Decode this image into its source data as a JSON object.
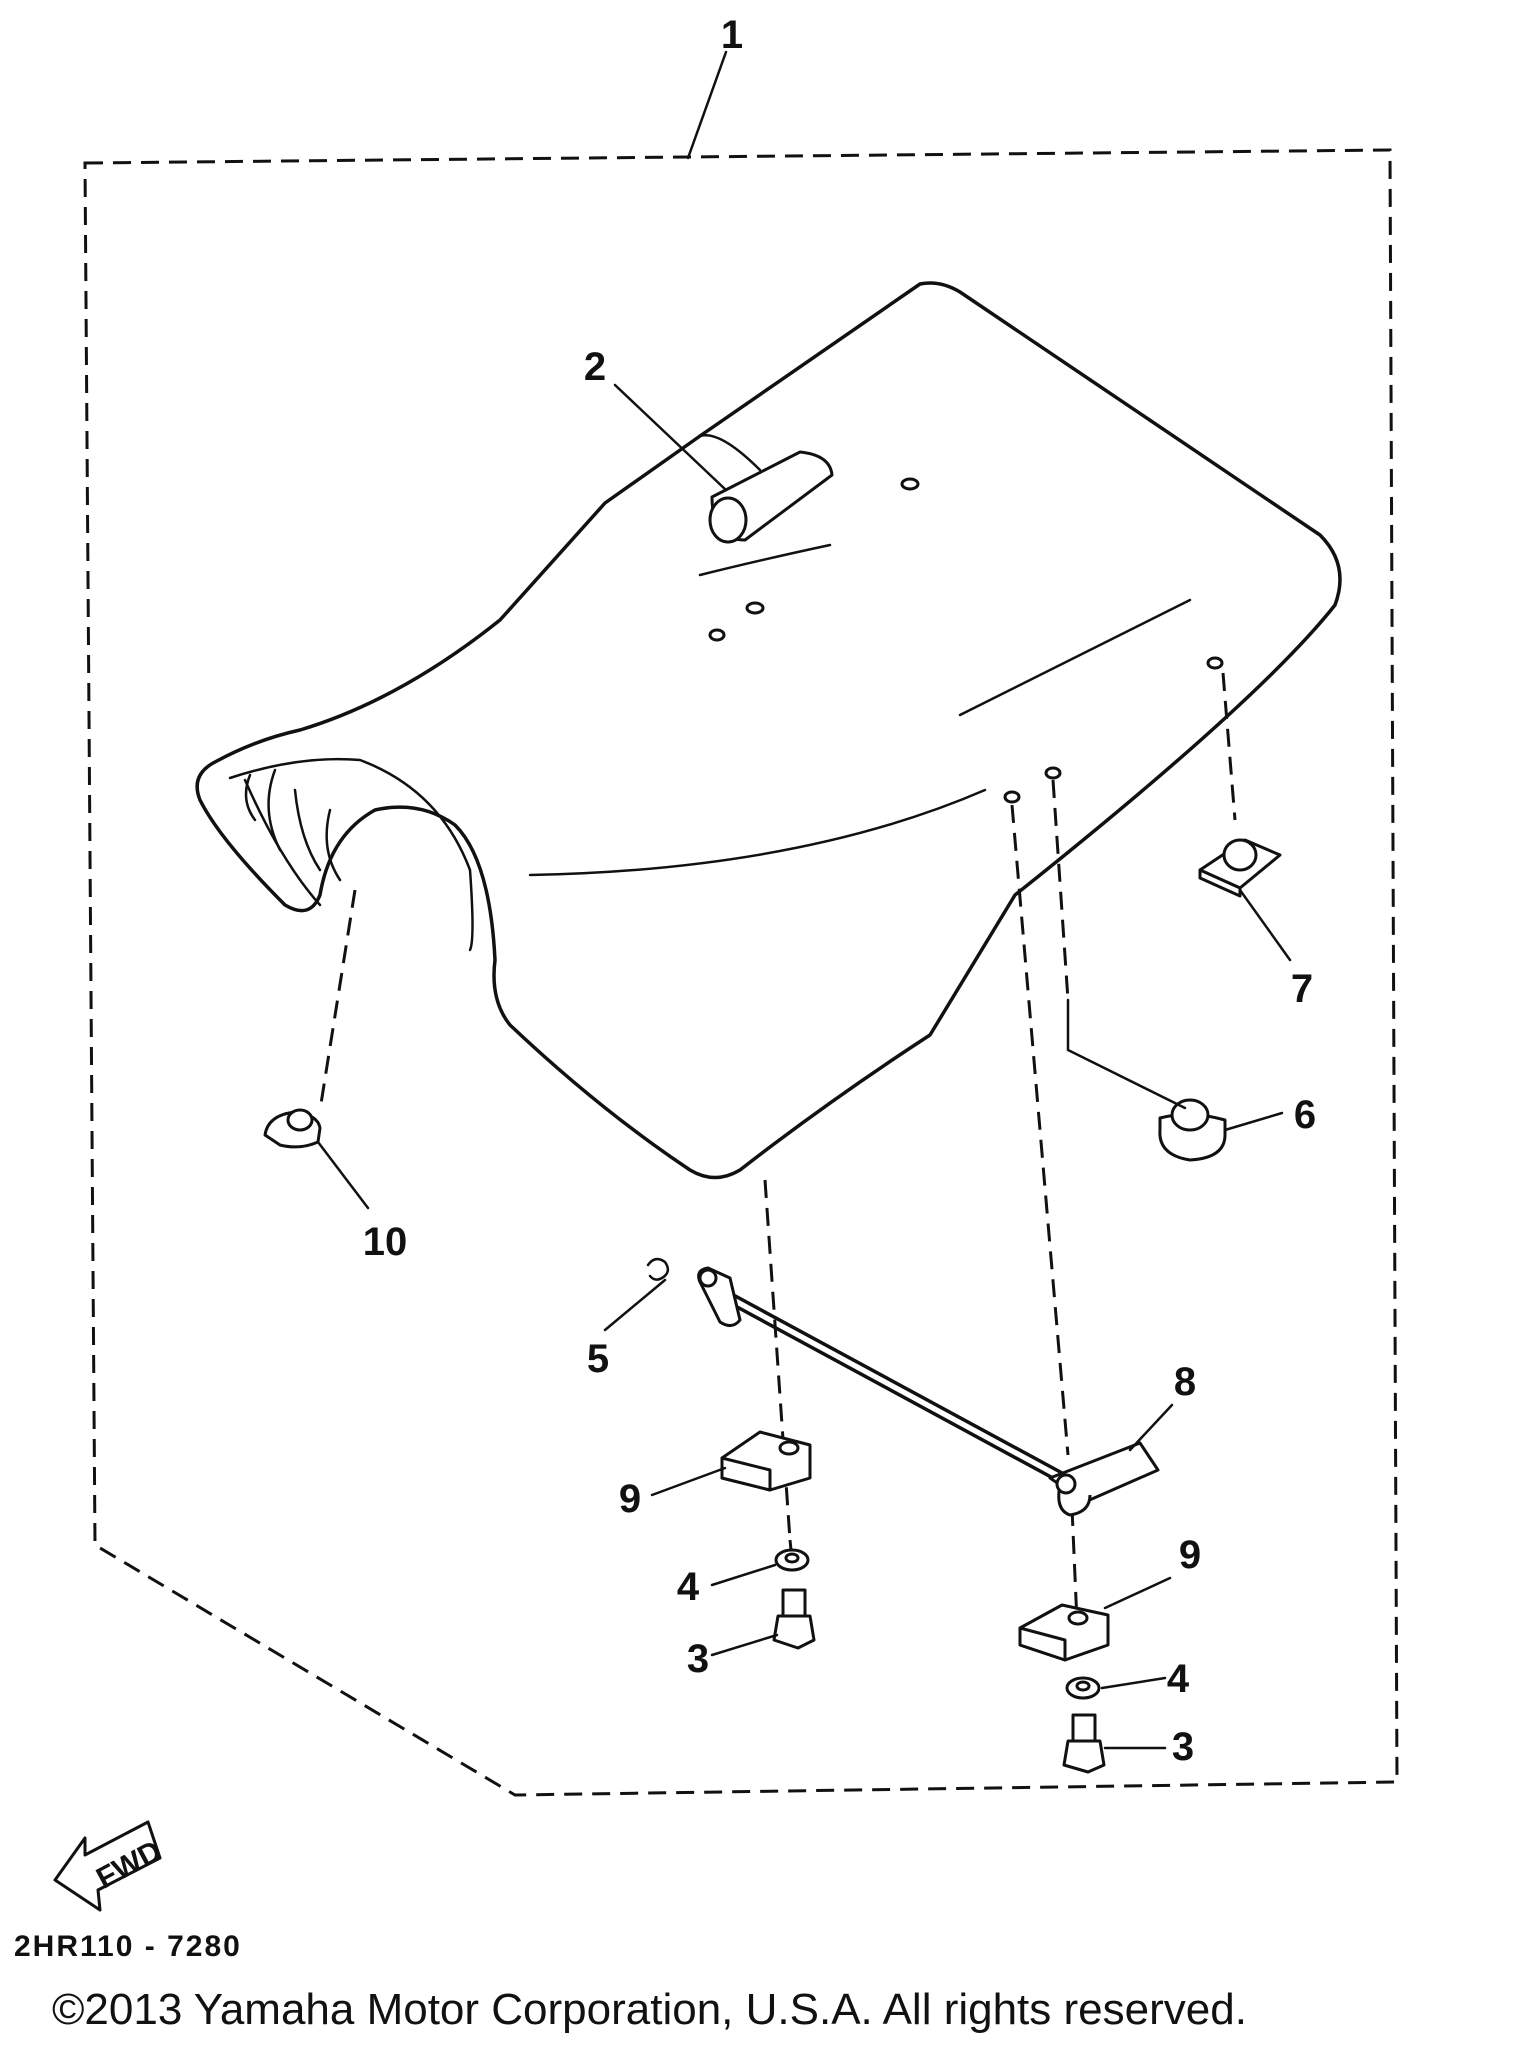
{
  "diagram": {
    "callouts": [
      "1",
      "2",
      "3",
      "3",
      "4",
      "4",
      "5",
      "6",
      "7",
      "8",
      "9",
      "9",
      "10"
    ],
    "fwd_label": "FWD",
    "diagram_code": "2HR110 - 7280"
  },
  "footer": {
    "copyright": "©2013 Yamaha Motor Corporation, U.S.A. All rights reserved."
  }
}
